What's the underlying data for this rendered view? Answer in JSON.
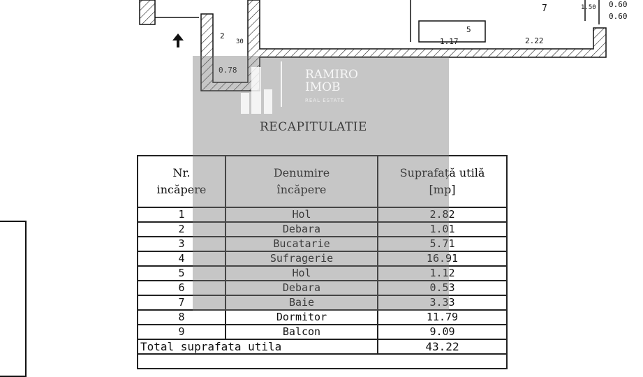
{
  "plan": {
    "room_markers": [
      "2",
      "5",
      "7"
    ],
    "dimensions": [
      "0.78",
      "30",
      "1.17",
      "2.22",
      "1.50",
      "0.60",
      "0.60"
    ]
  },
  "title": "RECAPITULATIE",
  "table": {
    "headers": [
      "Nr.\nincăpere",
      "Denumire\nîncăpere",
      "Suprafață utilă\n[mp]"
    ],
    "rows": [
      {
        "nr": "1",
        "name": "Hol",
        "area": "2.82"
      },
      {
        "nr": "2",
        "name": "Debara",
        "area": "1.01"
      },
      {
        "nr": "3",
        "name": "Bucatarie",
        "area": "5.71"
      },
      {
        "nr": "4",
        "name": "Sufragerie",
        "area": "16.91"
      },
      {
        "nr": "5",
        "name": "Hol",
        "area": "1.12"
      },
      {
        "nr": "6",
        "name": "Debara",
        "area": "0.53"
      },
      {
        "nr": "7",
        "name": "Baie",
        "area": "3.33"
      },
      {
        "nr": "8",
        "name": "Dormitor",
        "area": "11.79"
      },
      {
        "nr": "9",
        "name": "Balcon",
        "area": "9.09"
      }
    ],
    "total_label": "Total suprafata utila",
    "total_value": "43.22"
  },
  "watermark": {
    "line1": "RAMIRO",
    "line2": "IMOB",
    "line3": "REAL ESTATE"
  }
}
